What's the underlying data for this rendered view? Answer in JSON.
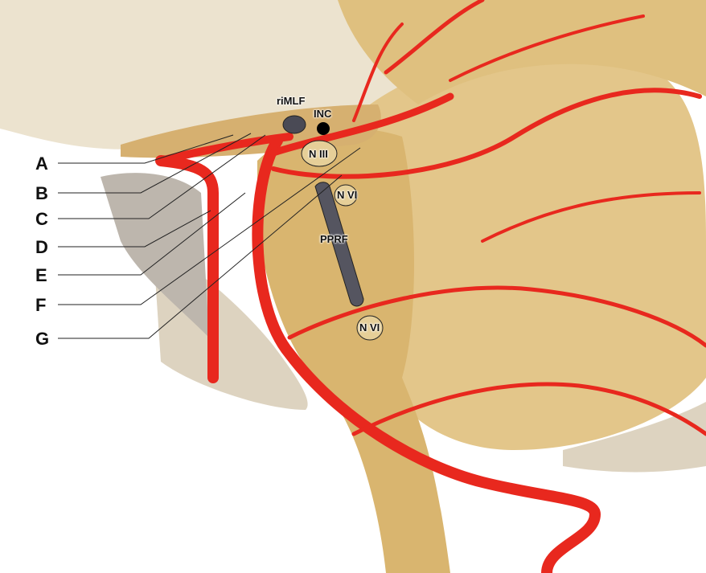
{
  "labels": {
    "A": "A",
    "B": "B",
    "C": "C",
    "D": "D",
    "E": "E",
    "F": "F",
    "G": "G"
  },
  "structures": {
    "rimlf": "riMLF",
    "inc": "INC",
    "n3": "N III",
    "n6_upper": "N VI",
    "pprf": "PPRF",
    "n6_lower": "N VI"
  },
  "colors": {
    "artery": "#e8281e",
    "brain": "#d9b56f",
    "bone": "#ece3cf",
    "background": "#ffffff"
  }
}
